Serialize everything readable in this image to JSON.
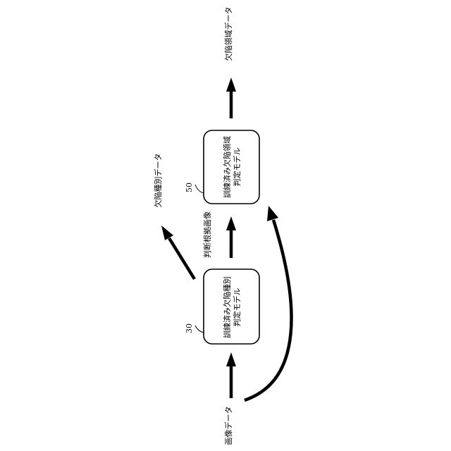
{
  "labels": {
    "image_data": "画像データ",
    "defect_type_data": "欠陥種別データ",
    "judgment_basis_image": "判断根拠画像",
    "defect_area_data": "欠陥領域データ"
  },
  "box_30": {
    "ref": "30",
    "line1": "訓練済み欠陥種別",
    "line2": "判定モデル"
  },
  "box_50": {
    "ref": "50",
    "line1": "訓練済み欠陥領域",
    "line2": "判定モデル"
  }
}
